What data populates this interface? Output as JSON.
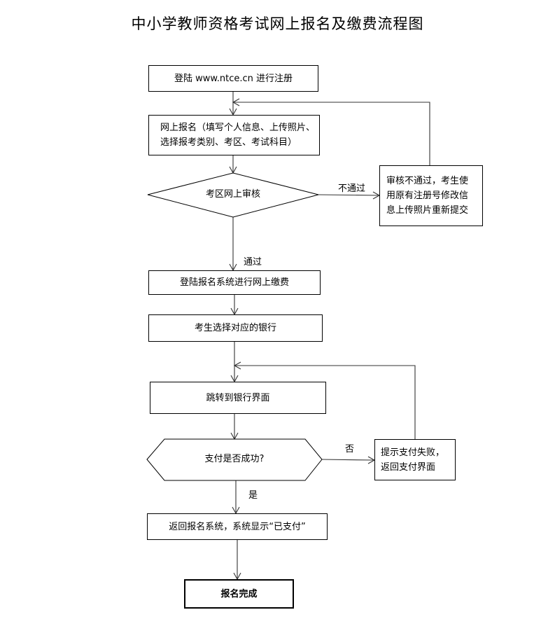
{
  "title": "中小学教师资格考试网上报名及缴费流程图",
  "steps": {
    "register": "登陆 www.ntce.cn 进行注册",
    "apply_line1": "网上报名（填写个人信息、上传照片、",
    "apply_line2": "选择报考类别、考区、考试科目）",
    "review": "考区网上审核",
    "review_fail_line1": "审核不通过，考生使",
    "review_fail_line2": "用原有注册号修改信",
    "review_fail_line3": "息上传照片重新提交",
    "pay_login": "登陆报名系统进行网上缴费",
    "choose_bank": "考生选择对应的银行",
    "bank_page": "跳转到银行界面",
    "pay_check": "支付是否成功?",
    "pay_fail_line1": "提示支付失败，",
    "pay_fail_line2": "返回支付界面",
    "return_system": "返回报名系统，系统显示“已支付”",
    "done": "报名完成"
  },
  "edges": {
    "not_pass": "不通过",
    "pass": "通过",
    "no": "否",
    "yes": "是"
  }
}
